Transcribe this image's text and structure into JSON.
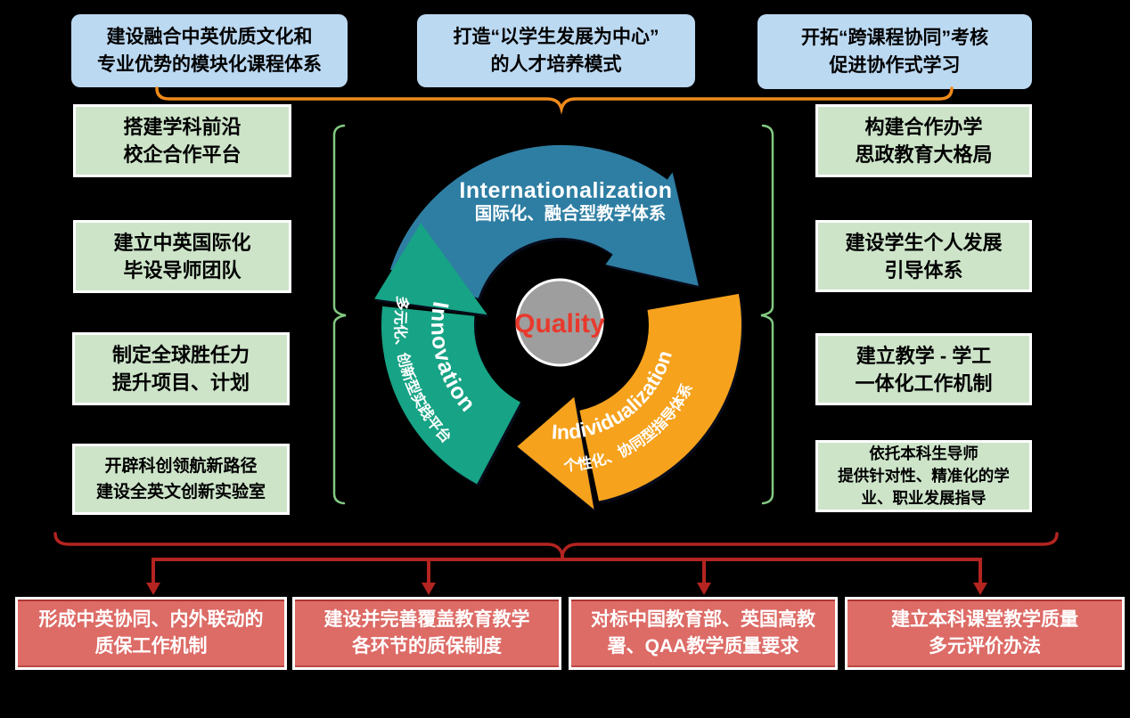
{
  "title_implicit": "人才培养质量体系图",
  "top_row": [
    {
      "label": "建设融合中英优质文化和\n专业优势的模块化课程体系"
    },
    {
      "label": "打造“以学生发展为中心”\n的人才培养模式"
    },
    {
      "label": "开拓“跨课程协同”考核\n促进协作式学习"
    }
  ],
  "left_column": [
    {
      "label": "搭建学科前沿\n校企合作平台"
    },
    {
      "label": "建立中英国际化\n毕设导师团队"
    },
    {
      "label": "制定全球胜任力\n提升项目、计划"
    },
    {
      "label": "开辟科创领航新路径\n建设全英文创新实验室"
    }
  ],
  "right_column": [
    {
      "label": "构建合作办学\n思政教育大格局"
    },
    {
      "label": "建设学生个人发展\n引导体系"
    },
    {
      "label": "建立教学 - 学工\n一体化工作机制"
    },
    {
      "label": "依托本科生导师\n提供针对性、精准化的学\n业、职业发展指导"
    }
  ],
  "bottom_row": [
    {
      "label": "形成中英协同、内外联动的\n质保工作机制"
    },
    {
      "label": "建设并完善覆盖教育教学\n各环节的质保制度"
    },
    {
      "label": "对标中国教育部、英国高教\n署、QAA教学质量要求"
    },
    {
      "label": "建立本科课堂教学质量\n多元评价办法"
    }
  ],
  "cycle": {
    "center_label": "Quality",
    "segments": [
      {
        "name": "Internationalization",
        "subtitle": "国际化、融合型教学体系",
        "color": "#2e7ea3"
      },
      {
        "name": "Innovation",
        "subtitle": "多元化、创新型实践平台",
        "color": "#17a385"
      },
      {
        "name": "Individualization",
        "subtitle": "个性化、协同型指导体系",
        "color": "#f6a21d"
      }
    ]
  },
  "colors": {
    "background": "#000000",
    "top_box_bg": "#bcd9f2",
    "side_box_bg": "#cde4c9",
    "bottom_box_bg": "#dd6b66",
    "bottom_box_text": "#ffffff",
    "top_brace": "#ef8a1a",
    "side_brace": "#82c982",
    "bottom_connector": "#b42420",
    "cycle_teal": "#2e7ea3",
    "cycle_green": "#17a385",
    "cycle_orange": "#f6a21d",
    "center_circle": "#9e9e9e",
    "quality_text": "#e8392c"
  }
}
